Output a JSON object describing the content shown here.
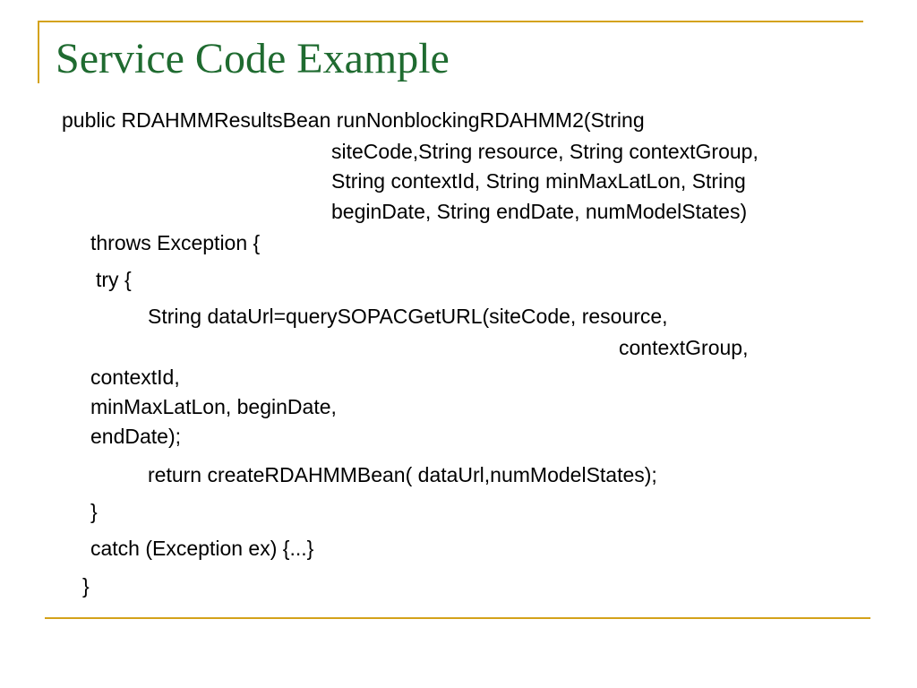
{
  "slide": {
    "title": "Service Code Example",
    "code": {
      "sig_1": "public RDAHMMResultsBean runNonblockingRDAHMM2(String",
      "sig_2": "siteCode,String resource, String contextGroup,",
      "sig_3": "String contextId, String minMaxLatLon, String",
      "sig_4": "beginDate, String endDate, numModelStates)",
      "throws": "throws Exception {",
      "try": "try {",
      "data_url_1": "String dataUrl=querySOPACGetURL(siteCode, resource,",
      "data_url_2": "contextGroup,",
      "data_url_3": "contextId,",
      "data_url_4": "minMaxLatLon, beginDate,",
      "data_url_5": "endDate);",
      "return": "return createRDAHMMBean( dataUrl,numModelStates);",
      "close_try": "}",
      "catch": "catch (Exception ex) {...}",
      "close_method": "}"
    }
  },
  "colors": {
    "title": "#1f6b30",
    "rule": "#d4a21a"
  }
}
